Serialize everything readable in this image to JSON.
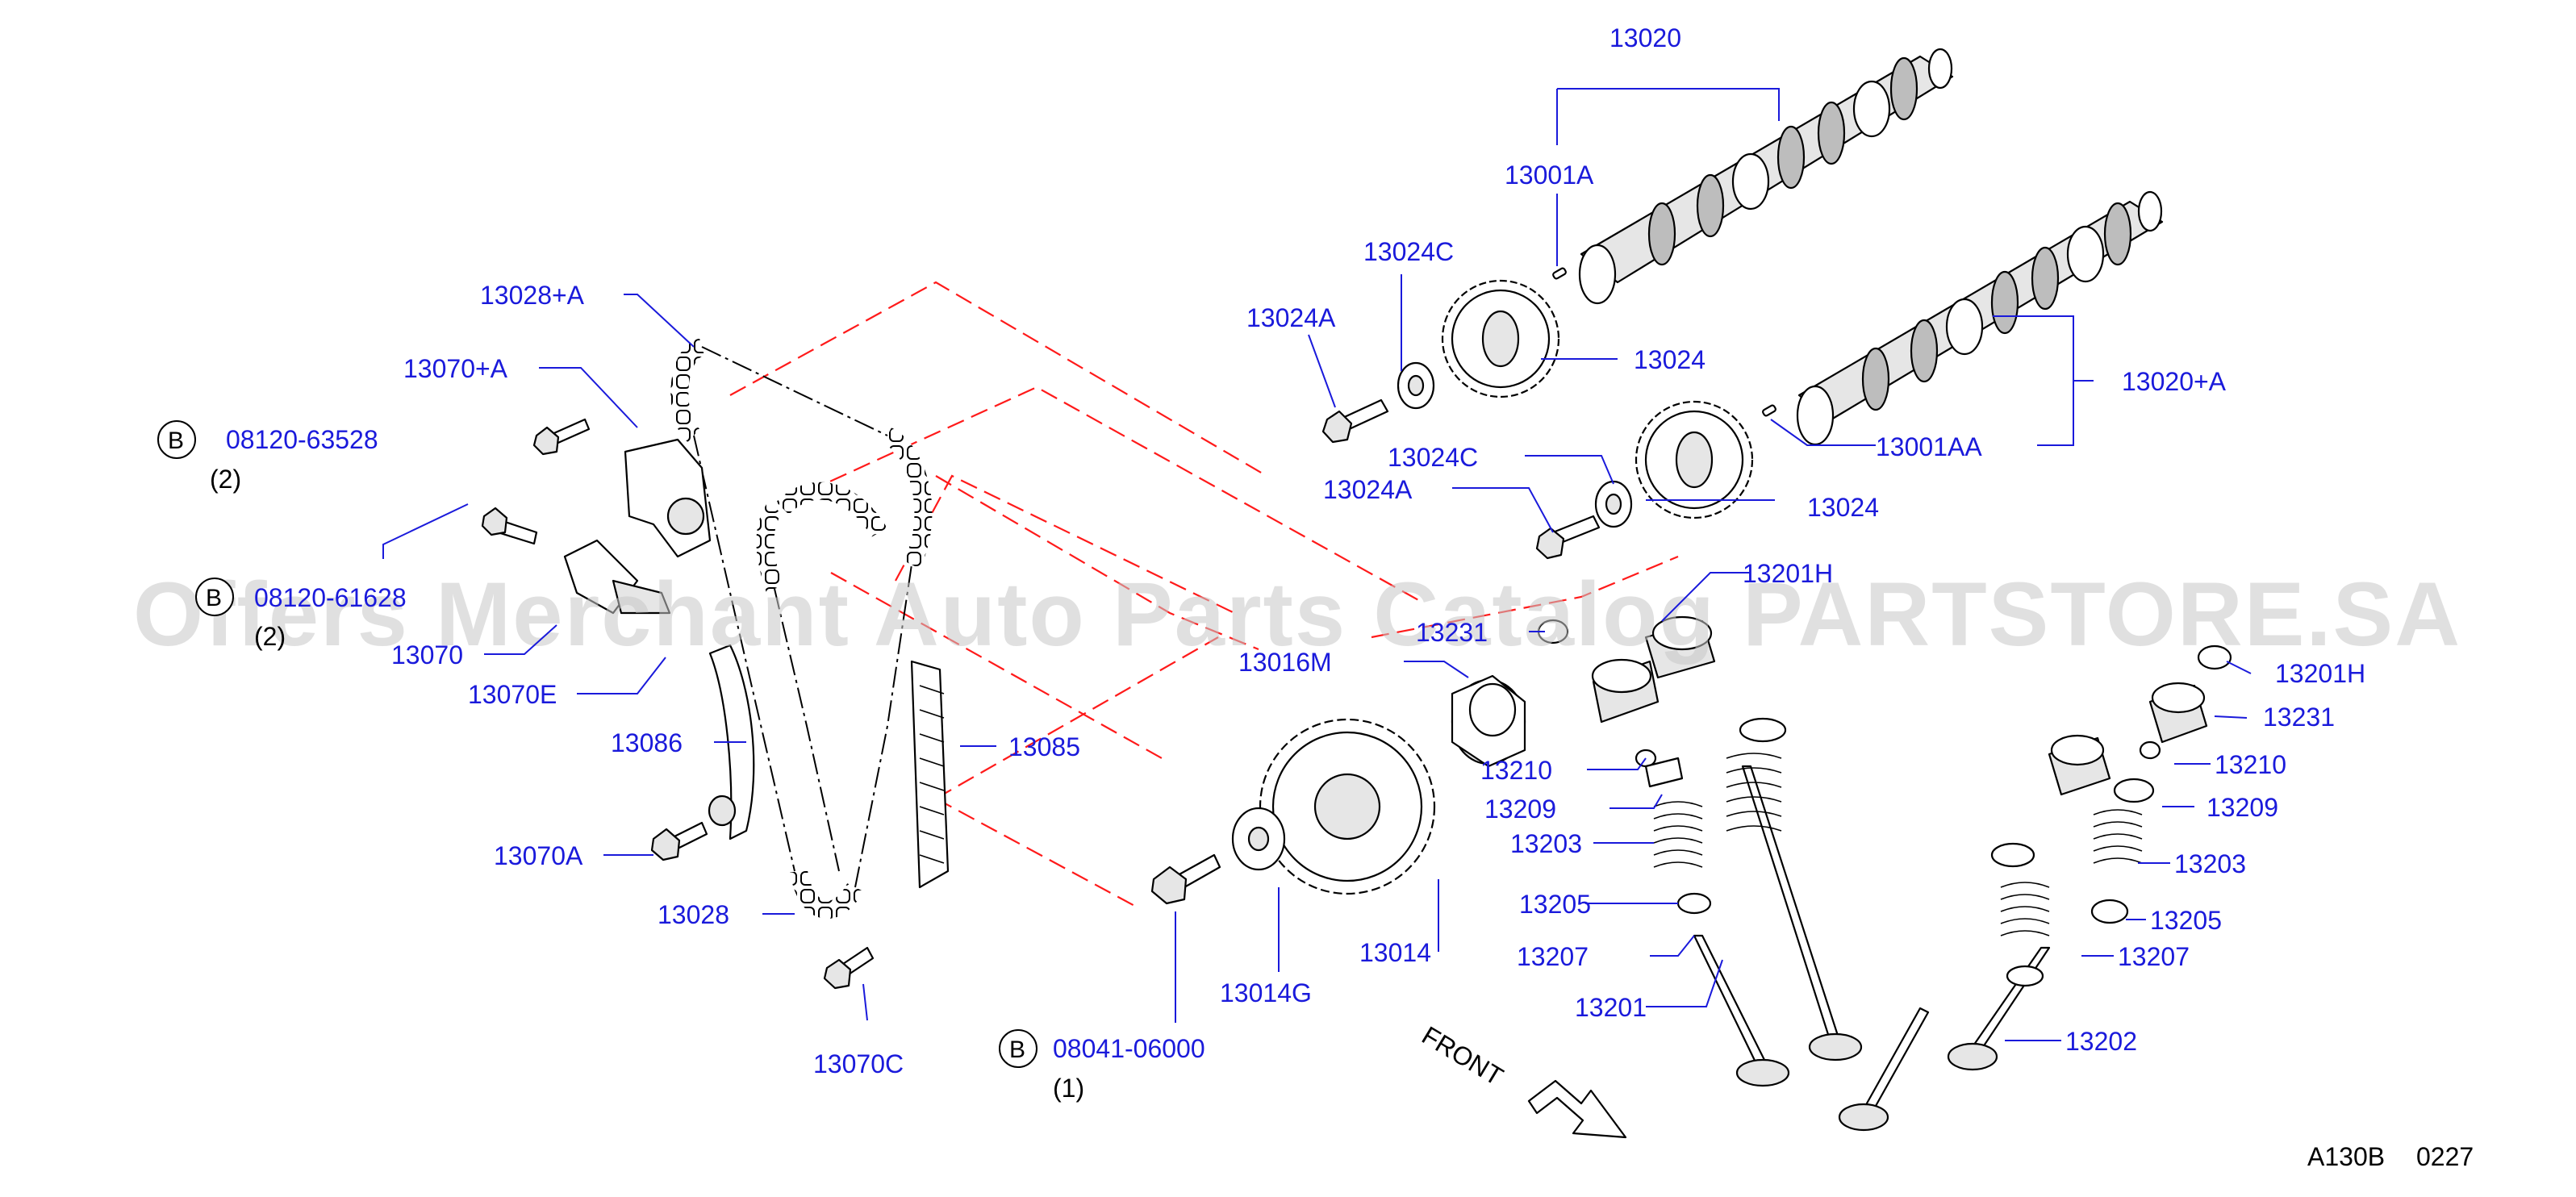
{
  "labels": {
    "p13020": "13020",
    "p13001A": "13001A",
    "p13024C_1": "13024C",
    "p13024A_1": "13024A",
    "p13024_1": "13024",
    "p13020A": "13020+A",
    "p13001AA": "13001AA",
    "p13024C_2": "13024C",
    "p13024A_2": "13024A",
    "p13024_2": "13024",
    "p13028A": "13028+A",
    "p13070A_plus": "13070+A",
    "bolt1_part": "08120-63528",
    "bolt1_qty": "(2)",
    "bolt2_part": "08120-61628",
    "bolt2_qty": "(2)",
    "p13070": "13070",
    "p13070E": "13070E",
    "p13086": "13086",
    "p13085": "13085",
    "p13070A": "13070A",
    "p13028": "13028",
    "p13070C": "13070C",
    "p13016M": "13016M",
    "p13231_1": "13231",
    "p13201H_1": "13201H",
    "p13210_1": "13210",
    "p13209_1": "13209",
    "p13203_1": "13203",
    "p13205_1": "13205",
    "p13207_1": "13207",
    "p13201": "13201",
    "p13014": "13014",
    "p13014G": "13014G",
    "bolt3_part": "08041-06000",
    "bolt3_qty": "(1)",
    "p13201H_2": "13201H",
    "p13231_2": "13231",
    "p13210_2": "13210",
    "p13209_2": "13209",
    "p13203_2": "13203",
    "p13205_2": "13205",
    "p13207_2": "13207",
    "p13202": "13202"
  },
  "callout_letter": "B",
  "front_label": "FRONT",
  "footer": {
    "code": "A130B",
    "number": "0227"
  },
  "watermark": "Offers Merchant Auto Parts Catalog PARTSTORE.SA",
  "colors": {
    "label": "#1a1adb",
    "leader": "#1a1adb",
    "red_dash": "#ff1a1a",
    "watermark": "#c8c8c8"
  }
}
